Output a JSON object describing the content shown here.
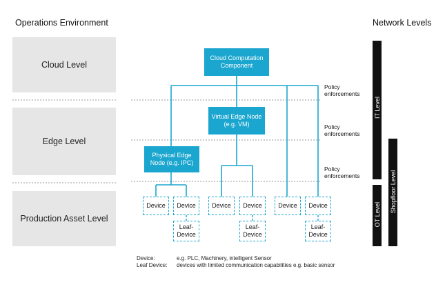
{
  "headers": {
    "left": "Operations Environment",
    "right": "Network Levels"
  },
  "levels": [
    {
      "label": "Cloud Level"
    },
    {
      "label": "Edge Level"
    },
    {
      "label": "Production Asset Level"
    }
  ],
  "nodes": {
    "cloud": "Cloud Computation Component",
    "virtual_edge": "Virtual Edge Node (e.g. VM)",
    "physical_edge": "Physical Edge Node (e.g. IPC)"
  },
  "devices": {
    "device": "Device",
    "leaf_device": "Leaf-Device"
  },
  "policy": [
    "Policy enforcements",
    "Policy enforcements",
    "Policy enforcements"
  ],
  "network_levels": {
    "it": "IT Level",
    "shopfloor": "Shopfloor Level",
    "ot": "OT Level"
  },
  "legend": {
    "device_term": "Device:",
    "device_desc": "e.g. PLC, Machinery, intelligent Sensor",
    "leaf_term": "Leaf Device:",
    "leaf_desc": "devices with limited communication capabilities e.g. basic sensor"
  },
  "colors": {
    "accent": "#1ba6cf",
    "level_bg": "#e6e6e6",
    "bar": "#111111"
  }
}
